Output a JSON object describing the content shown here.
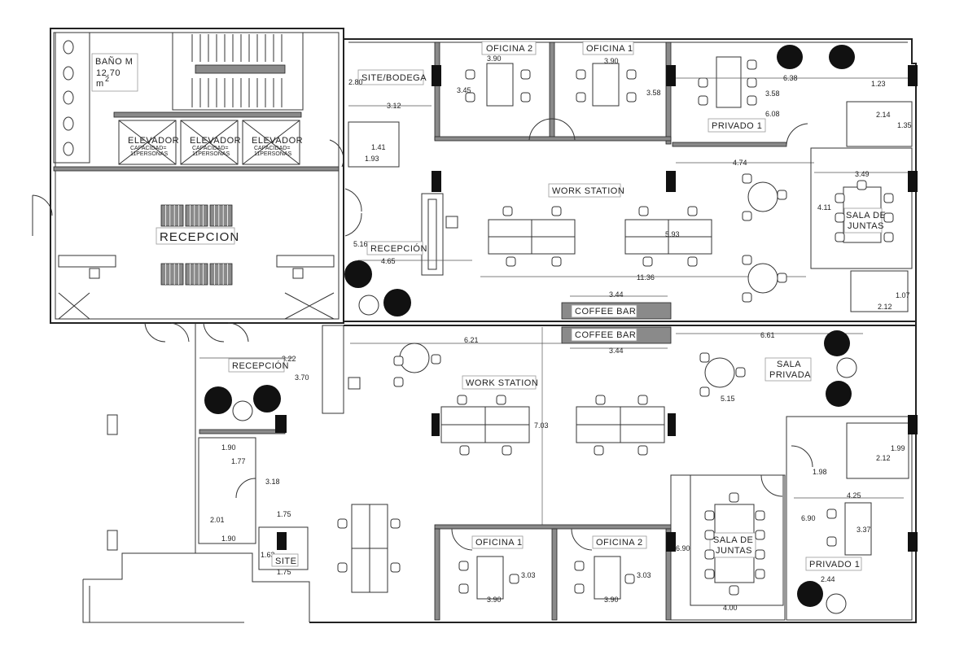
{
  "rooms": {
    "bano": "BAÑO M",
    "bano_area": "12.70",
    "bano_unit": "m",
    "bano_unit_exp": "2",
    "elevator_label": "ELEVADOR",
    "elevator_capacity": "CAPACIDAD=",
    "elevator_persons": "11PERSONAS",
    "recepcion_lobby": "RECEPCION",
    "site_bodega": "SITE/BODEGA",
    "oficina2_top": "OFICINA 2",
    "oficina1_top": "OFICINA 1",
    "privado1_top": "PRIVADO 1",
    "work_station_top": "WORK STATION",
    "recepcion_top": "RECEPCIÓN",
    "sala_juntas_top_1": "SALA DE",
    "sala_juntas_top_2": "JUNTAS",
    "coffee_bar_top": "COFFEE BAR",
    "coffee_bar_bottom": "COFFEE BAR",
    "recepcion_bottom": "RECEPCIÓN",
    "work_station_bottom": "WORK STATION",
    "sala_privada_1": "SALA",
    "sala_privada_2": "PRIVADA",
    "oficina1_bottom": "OFICINA 1",
    "oficina2_bottom": "OFICINA 2",
    "sala_juntas_bottom_1": "SALA DE",
    "sala_juntas_bottom_2": "JUNTAS",
    "privado1_bottom": "PRIVADO 1",
    "site_bottom": "SITE"
  },
  "dims": {
    "d_2_80": "2.80",
    "d_3_12": "3.12",
    "d_3_90_a": "3.90",
    "d_3_90_b": "3.90",
    "d_3_45": "3.45",
    "d_3_58_a": "3.58",
    "d_3_58_b": "3.58",
    "d_6_38": "6.38",
    "d_1_23": "1.23",
    "d_6_08": "6.08",
    "d_2_14": "2.14",
    "d_1_35": "1.35",
    "d_1_41": "1.41",
    "d_1_93": "1.93",
    "d_4_74": "4.74",
    "d_3_49": "3.49",
    "d_4_11": "4.11",
    "d_5_16": "5.16",
    "d_4_65": "4.65",
    "d_5_93": "5.93",
    "d_11_36": "11.36",
    "d_1_07": "1.07",
    "d_2_12_a": "2.12",
    "d_3_44_a": "3.44",
    "d_3_44_b": "3.44",
    "d_6_21": "6.21",
    "d_6_61": "6.61",
    "d_3_22": "3.22",
    "d_3_70": "3.70",
    "d_7_03": "7.03",
    "d_5_15": "5.15",
    "d_2_12_b": "2.12",
    "d_1_99": "1.99",
    "d_1_98": "1.98",
    "d_1_90_a": "1.90",
    "d_1_77": "1.77",
    "d_3_18": "3.18",
    "d_1_75_a": "1.75",
    "d_2_01": "2.01",
    "d_1_90_b": "1.90",
    "d_1_63": "1.63",
    "d_1_75_b": "1.75",
    "d_4_25": "4.25",
    "d_6_90_a": "6.90",
    "d_3_37": "3.37",
    "d_3_03_a": "3.03",
    "d_3_03_b": "3.03",
    "d_3_90_c": "3.90",
    "d_3_90_d": "3.90",
    "d_6_90_b": "6.90",
    "d_4_00": "4.00",
    "d_2_44": "2.44"
  }
}
